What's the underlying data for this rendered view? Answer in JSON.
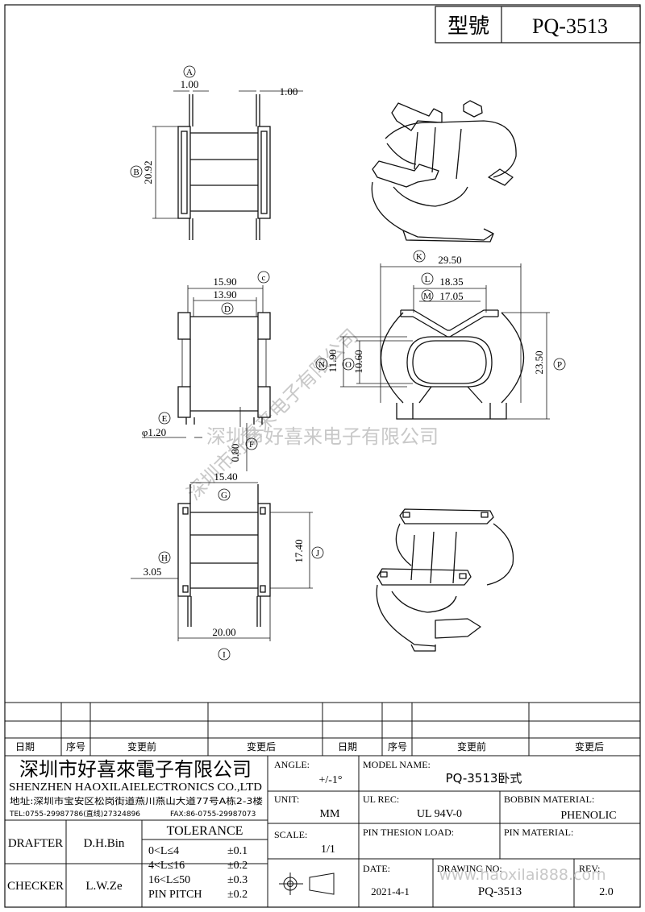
{
  "header": {
    "model_label": "型號",
    "model_value": "PQ-3513"
  },
  "dims": {
    "A": "A",
    "B": "B",
    "C": "c",
    "D": "D",
    "E": "E",
    "F": "F",
    "G": "G",
    "H": "H",
    "I": "I",
    "J": "J",
    "K": "K",
    "L": "L",
    "M": "M",
    "N": "N",
    "O": "O",
    "P": "P",
    "a_val": "1.00",
    "a2_val": "1.00",
    "b_val": "20.92",
    "c_val": "15.90",
    "d_val": "13.90",
    "e_val": "φ1.20",
    "f_val": "0.80",
    "g_val": "15.40",
    "h_val": "3.05",
    "i_val": "20.00",
    "j_val": "17.40",
    "k_val": "29.50",
    "l_val": "18.35",
    "m_val": "17.05",
    "n_val": "11.90",
    "o_val": "10.60",
    "p_val": "23.50"
  },
  "watermark": {
    "main": "深圳市好喜来电子有限公司",
    "bottom": "www.haoxilai888.com"
  },
  "revision_table": {
    "headers": [
      "日期",
      "序号",
      "变更前",
      "变更后",
      "日期",
      "序号",
      "变更前",
      "变更后"
    ]
  },
  "company": {
    "name_cn": "深圳市好喜來電子有限公司",
    "name_en": "SHENZHEN HAOXILAIELECTRONICS CO.,LTD",
    "address": "地址:深圳市宝安区松岗街道燕川燕山大道77号A栋2-3楼",
    "tel": "TEL:0755-29987786(直线)27324896",
    "fax": "FAX:86-0755-29987073"
  },
  "title_block": {
    "angle_label": "ANGLE:",
    "angle_value": "+/-1°",
    "model_name_label": "MODEL NAME:",
    "model_name_value": "PQ-3513卧式",
    "unit_label": "UNIT:",
    "unit_value": "MM",
    "ul_label": "UL REC:",
    "ul_value": "UL 94V-0",
    "bobbin_label": "BOBBIN MATERIAL:",
    "bobbin_value": "PHENOLIC",
    "scale_label": "SCALE:",
    "scale_value": "1/1",
    "pin_load_label": "PIN THESION LOAD:",
    "pin_material_label": "PIN MATERIAL:",
    "date_label": "DATE:",
    "date_value": "2021-4-1",
    "drawing_label": "DRAWING NO:",
    "drawing_value": "PQ-3513",
    "rev_label": "REV:",
    "rev_value": "2.0",
    "drafter_label": "DRAFTER",
    "drafter_value": "D.H.Bin",
    "checker_label": "CHECKER",
    "checker_value": "L.W.Ze",
    "tolerance_label": "TOLERANCE",
    "tolerance_rows": [
      {
        "range": "0<L≤4",
        "value": "±0.1"
      },
      {
        "range": "4<L≤16",
        "value": "±0.2"
      },
      {
        "range": "16<L≤50",
        "value": "±0.3"
      },
      {
        "range": "PIN PITCH",
        "value": "±0.2"
      }
    ]
  }
}
